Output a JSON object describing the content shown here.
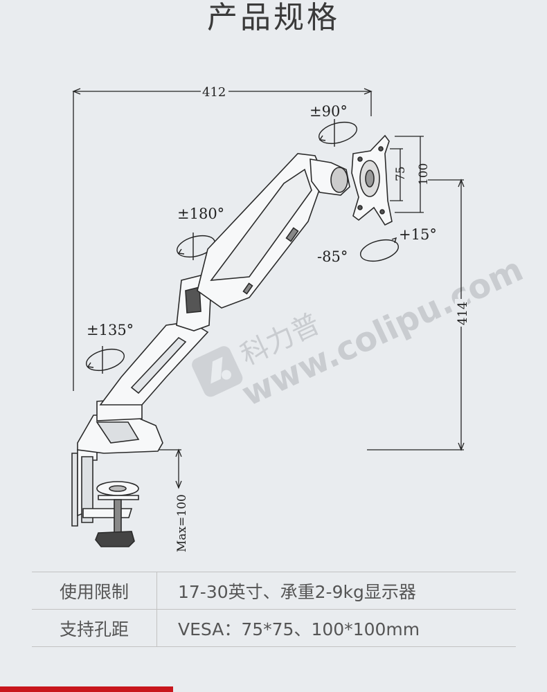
{
  "title": "产品规格",
  "dimensions": {
    "width_top": "412",
    "height_right": "414",
    "vesa_small": "75",
    "vesa_large": "100",
    "clamp_max": "Max=100",
    "rot_top": "±90°",
    "rot_mid": "±180°",
    "rot_low": "±135°",
    "tilt_up": "+15°",
    "tilt_down": "-85°"
  },
  "watermark": {
    "brand_cn": "科力普",
    "domain": "www.colipu.com"
  },
  "specs": [
    {
      "label": "使用限制",
      "value": "17-30英寸、承重2-9kg显示器"
    },
    {
      "label": "支持孔距",
      "value": "VESA：75*75、100*100mm"
    }
  ],
  "colors": {
    "background": "#e9ecef",
    "accent_bar": "#c8161d",
    "line": "#222222"
  }
}
